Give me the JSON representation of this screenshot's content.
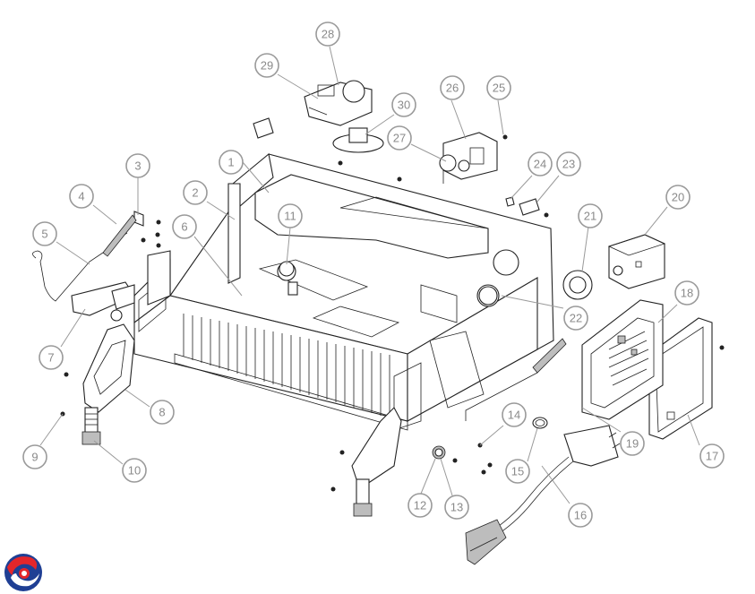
{
  "diagram": {
    "type": "exploded-parts-view",
    "callouts": [
      {
        "id": "c1",
        "label": "1"
      },
      {
        "id": "c2",
        "label": "2"
      },
      {
        "id": "c3",
        "label": "3"
      },
      {
        "id": "c4",
        "label": "4"
      },
      {
        "id": "c5",
        "label": "5"
      },
      {
        "id": "c6",
        "label": "6"
      },
      {
        "id": "c7",
        "label": "7"
      },
      {
        "id": "c8",
        "label": "8"
      },
      {
        "id": "c9",
        "label": "9"
      },
      {
        "id": "c10",
        "label": "10"
      },
      {
        "id": "c11",
        "label": "11"
      },
      {
        "id": "c12",
        "label": "12"
      },
      {
        "id": "c13",
        "label": "13"
      },
      {
        "id": "c14",
        "label": "14"
      },
      {
        "id": "c15",
        "label": "15"
      },
      {
        "id": "c16",
        "label": "16"
      },
      {
        "id": "c17",
        "label": "17"
      },
      {
        "id": "c18",
        "label": "18"
      },
      {
        "id": "c19",
        "label": "19"
      },
      {
        "id": "c20",
        "label": "20"
      },
      {
        "id": "c21",
        "label": "21"
      },
      {
        "id": "c22",
        "label": "22"
      },
      {
        "id": "c23",
        "label": "23"
      },
      {
        "id": "c24",
        "label": "24"
      },
      {
        "id": "c25",
        "label": "25"
      },
      {
        "id": "c26",
        "label": "26"
      },
      {
        "id": "c27",
        "label": "27"
      },
      {
        "id": "c28",
        "label": "28"
      },
      {
        "id": "c29",
        "label": "29"
      },
      {
        "id": "c30",
        "label": "30"
      }
    ]
  },
  "logo": {
    "name": "brand-logo-icon",
    "colors": [
      "#e3262b",
      "#1f3f94"
    ]
  },
  "colors": {
    "callout_stroke": "#9a9a9a",
    "callout_text": "#8a8a8a",
    "line_art": "#222222"
  }
}
